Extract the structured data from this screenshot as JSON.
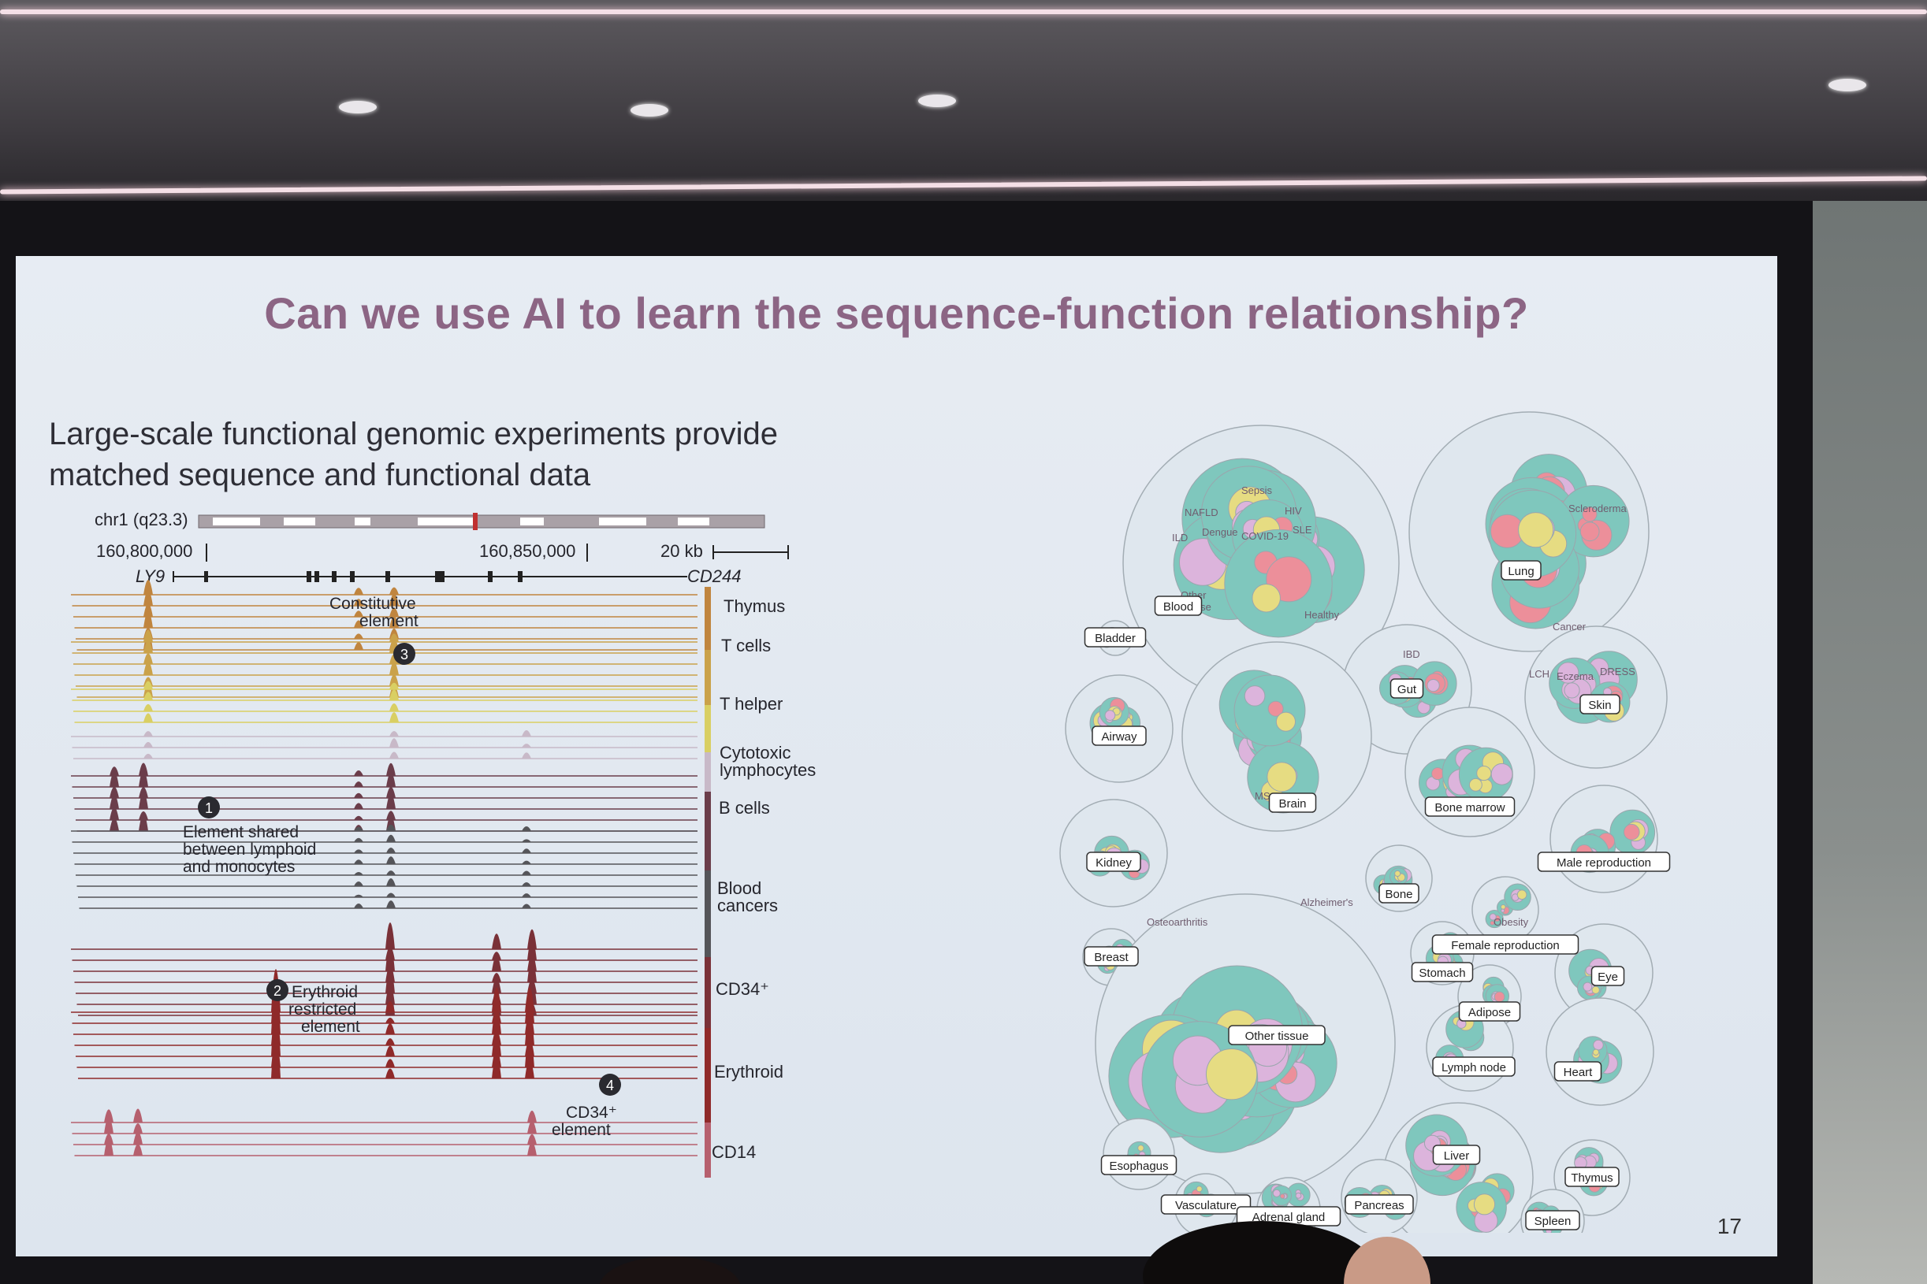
{
  "slide": {
    "title": "Can we use AI to learn the sequence-function relationship?",
    "subtitle_lines": [
      "Large-scale functional genomic experiments provide",
      "matched sequence and functional data"
    ],
    "page_number": "17"
  },
  "genome_figure": {
    "chromosome": "chr1 (q23.3)",
    "coord_left": "160,800,000",
    "coord_mid": "160,850,000",
    "scale": "20 kb",
    "gene_left": "LY9",
    "gene_right": "CD244",
    "cell_types": [
      "Thymus",
      "T cells",
      "T helper",
      "Cytotoxic",
      "lymphocytes",
      "B cells",
      "Blood",
      "cancers",
      "CD34⁺",
      "Erythroid",
      "CD14"
    ],
    "annotations": {
      "a1_num": "1",
      "a1_line1": "Element shared",
      "a1_line2": "between lymphoid",
      "a1_line3": "and monocytes",
      "a2_num": "2",
      "a2_line1": "Erythroid",
      "a2_line2": "restricted",
      "a2_line3": "element",
      "a3_num": "3",
      "a3_line1": "Constitutive",
      "a3_line2": "element",
      "a4_num": "4",
      "a4_line1": "CD34⁺",
      "a4_line2": "element"
    },
    "colors": {
      "thymus": "#c0853f",
      "tcells": "#caa24a",
      "thelper": "#d9cf63",
      "cytotoxic": "#c8b9c8",
      "bcells": "#6b3d4a",
      "blood": "#555559",
      "cd34": "#7a3138",
      "erythroid": "#8f2a2a",
      "cd14": "#b6606e"
    }
  },
  "circle_pack": {
    "tissue_labels": {
      "blood": "Blood",
      "lung": "Lung",
      "bladder": "Bladder",
      "gut": "Gut",
      "airway": "Airway",
      "skin": "Skin",
      "brain": "Brain",
      "bone_marrow": "Bone marrow",
      "kidney": "Kidney",
      "male_reproduction": "Male reproduction",
      "bone": "Bone",
      "breast": "Breast",
      "female_reproduction": "Female reproduction",
      "stomach": "Stomach",
      "eye": "Eye",
      "adipose": "Adipose",
      "other_tissue": "Other tissue",
      "lymph_node": "Lymph node",
      "heart": "Heart",
      "liver": "Liver",
      "thymus": "Thymus",
      "esophagus": "Esophagus",
      "vasculature": "Vasculature",
      "adrenal_gland": "Adrenal gland",
      "pancreas": "Pancreas",
      "spleen": "Spleen"
    },
    "minor_labels": {
      "covid": "COVID-19",
      "other": "Other",
      "disease": "disease",
      "healthy": "Healthy",
      "cancer": "Cancer",
      "ild": "ILD",
      "sle": "SLE",
      "hiv": "HIV",
      "ibd": "IBD",
      "ms": "MS",
      "alzheimers": "Alzheimer's",
      "obesity": "Obesity",
      "sepsis": "Sepsis",
      "nafld": "NAFLD",
      "scleroderma": "Scleroderma",
      "eczema": "Eczema",
      "dress": "DRESS",
      "lch": "LCH",
      "dengue": "Dengue",
      "osteoarthritis": "Osteoarthritis"
    },
    "colors": {
      "teal": "#7fc7bd",
      "pink": "#dcb4dc",
      "yellow": "#e6dc82",
      "red": "#ec8f9a",
      "outline": "#9aa6ad"
    }
  }
}
